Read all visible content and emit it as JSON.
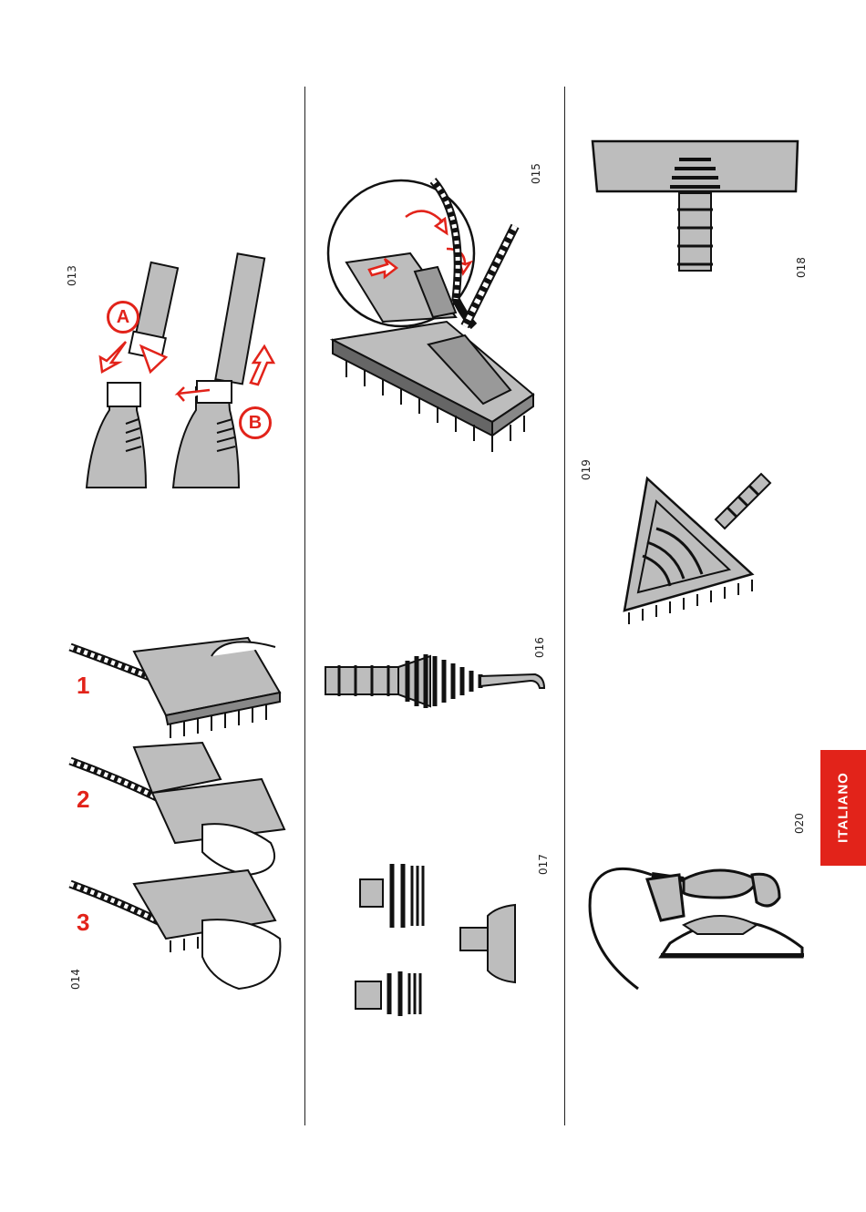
{
  "figures": {
    "f013": "013",
    "f014": "014",
    "f015": "015",
    "f016": "016",
    "f017": "017",
    "f018": "018",
    "f019": "019",
    "f020": "020"
  },
  "callouts": {
    "a": "A",
    "b": "B"
  },
  "steps": {
    "s1": "1",
    "s2": "2",
    "s3": "3"
  },
  "language_tab": "ITALIANO",
  "colors": {
    "accent": "#e2231a",
    "ink": "#111111",
    "fill": "#bdbdbd"
  }
}
